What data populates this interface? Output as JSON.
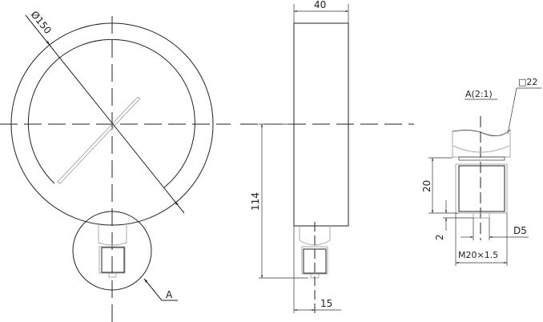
{
  "front_view": {
    "diameter_label": "Ø150",
    "detail_label": "A"
  },
  "side_view": {
    "width_label": "40",
    "height_label": "114",
    "offset_label": "15"
  },
  "detail_view": {
    "title": "A(2:1)",
    "square_label": "□22",
    "thread_length_label": "20",
    "recess_depth_label": "2",
    "bore_label": "D5",
    "thread_label": "M20×1.5"
  }
}
